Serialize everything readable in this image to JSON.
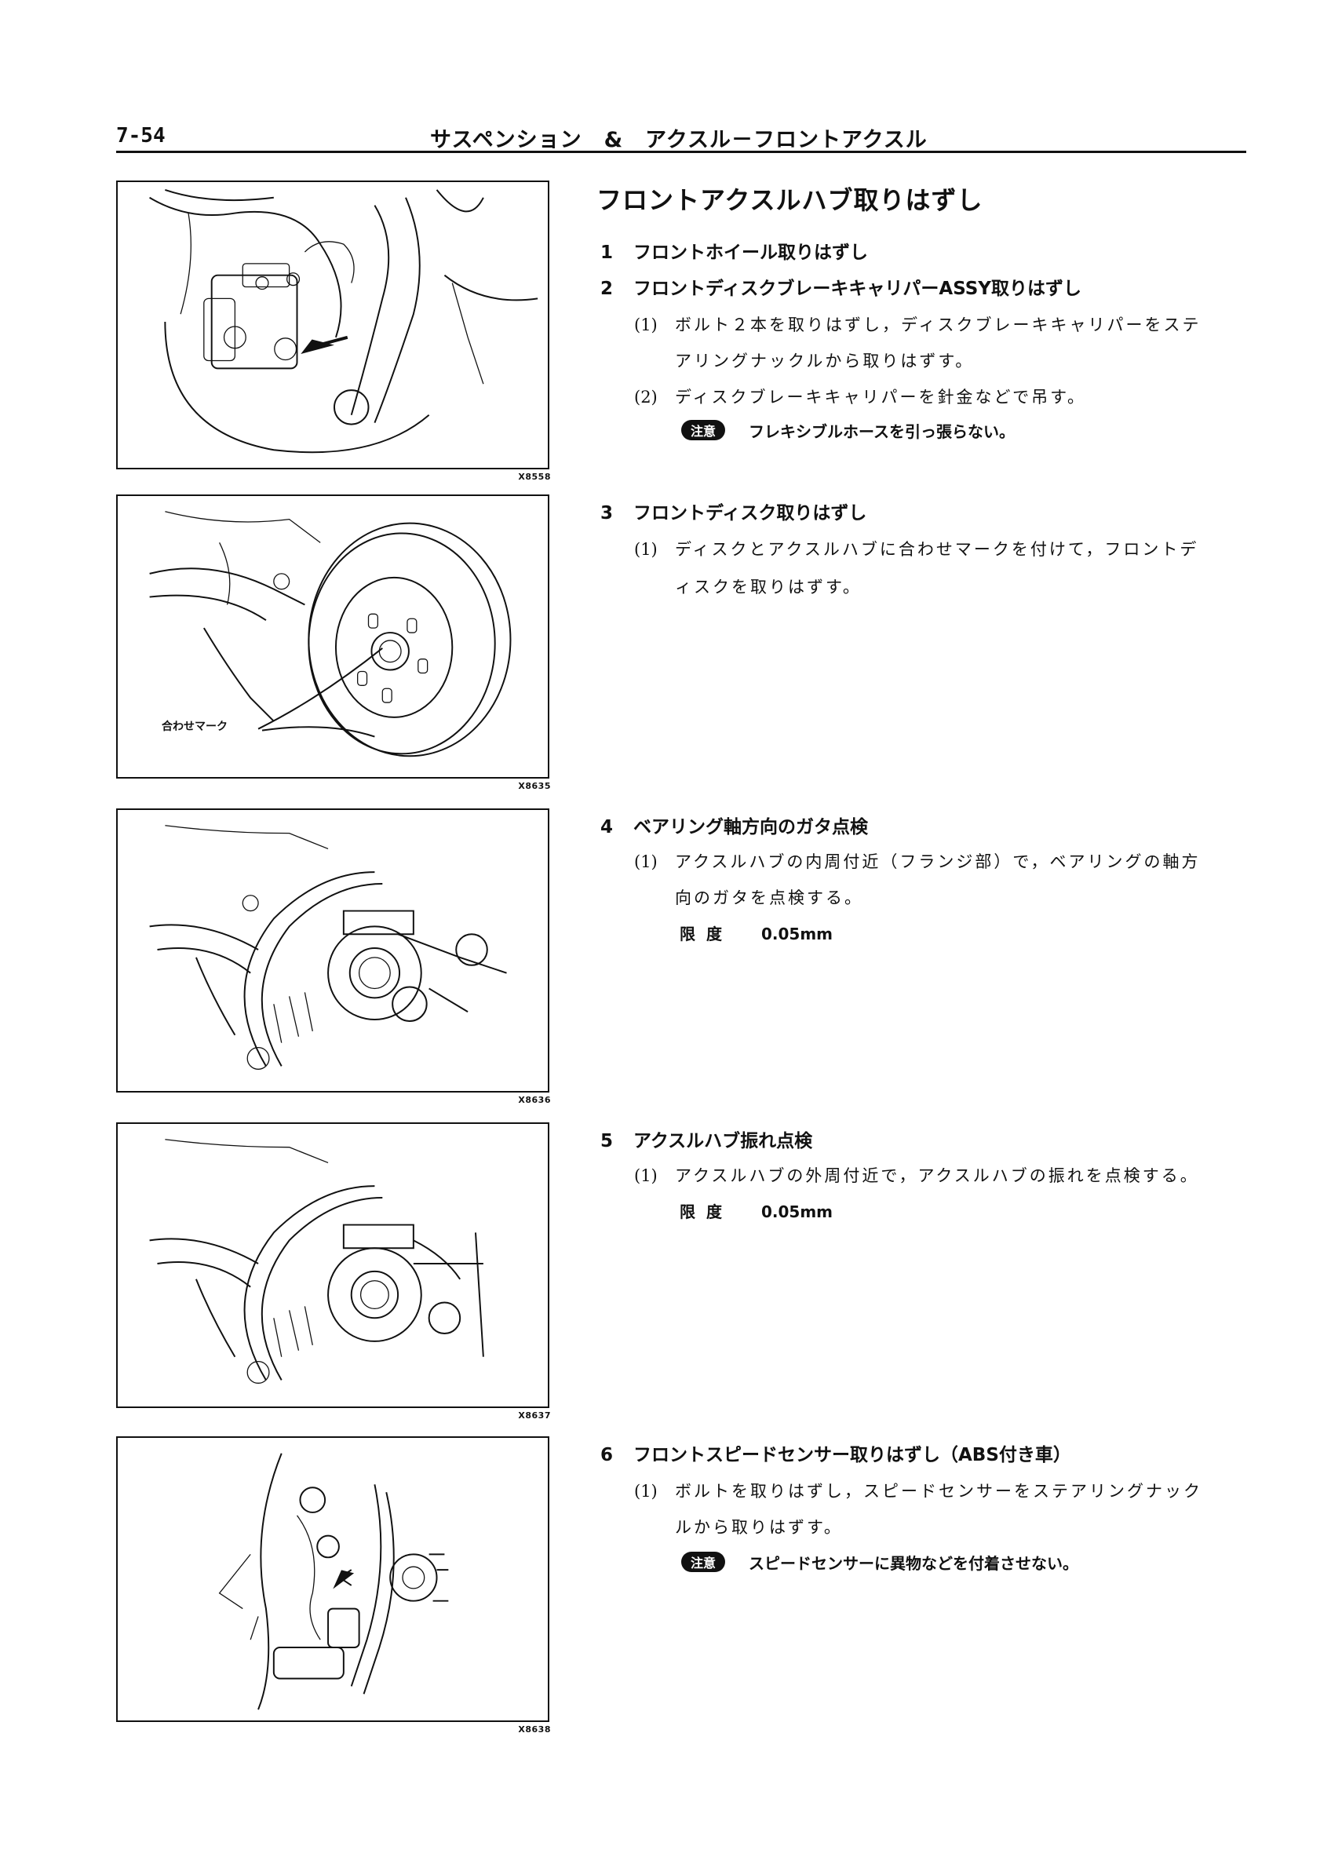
{
  "header": {
    "page_number": "7-54",
    "running_title": "サスペンション　&　アクスル－フロントアクスル"
  },
  "title": "フロントアクスルハブ取りはずし",
  "figures": [
    {
      "id": "X8558"
    },
    {
      "id": "X8635",
      "callout": "合わせマーク"
    },
    {
      "id": "X8636"
    },
    {
      "id": "X8637"
    },
    {
      "id": "X8638"
    }
  ],
  "steps": [
    {
      "num": "1",
      "title": "フロントホイール取りはずし"
    },
    {
      "num": "2",
      "title": "フロントディスクブレーキキャリパーASSY取りはずし",
      "items": [
        {
          "num": "(1)",
          "line1": "ボルト２本を取りはずし，ディスクブレーキキャリパーをステ",
          "line2": "アリングナックルから取りはずす。"
        },
        {
          "num": "(2)",
          "line1": "ディスクブレーキキャリパーを針金などで吊す。"
        }
      ],
      "caution": {
        "badge": "注意",
        "text": "フレキシブルホースを引っ張らない。"
      }
    },
    {
      "num": "3",
      "title": "フロントディスク取りはずし",
      "items": [
        {
          "num": "(1)",
          "line1": "ディスクとアクスルハブに合わせマークを付けて，フロントデ",
          "line2": "ィスクを取りはずす。"
        }
      ]
    },
    {
      "num": "4",
      "title": "ベアリング軸方向のガタ点検",
      "items": [
        {
          "num": "(1)",
          "line1": "アクスルハブの内周付近（フランジ部）で，ベアリングの軸方",
          "line2": "向のガタを点検する。"
        }
      ],
      "limit": {
        "label": "限度",
        "value": "0.05mm"
      }
    },
    {
      "num": "5",
      "title": "アクスルハブ振れ点検",
      "items": [
        {
          "num": "(1)",
          "line1": "アクスルハブの外周付近で，アクスルハブの振れを点検する。"
        }
      ],
      "limit": {
        "label": "限度",
        "value": "0.05mm"
      }
    },
    {
      "num": "6",
      "title": "フロントスピードセンサー取りはずし（ABS付き車）",
      "items": [
        {
          "num": "(1)",
          "line1": "ボルトを取りはずし，スピードセンサーをステアリングナック",
          "line2": "ルから取りはずす。"
        }
      ],
      "caution": {
        "badge": "注意",
        "text": "スピードセンサーに異物などを付着させない。"
      }
    }
  ]
}
